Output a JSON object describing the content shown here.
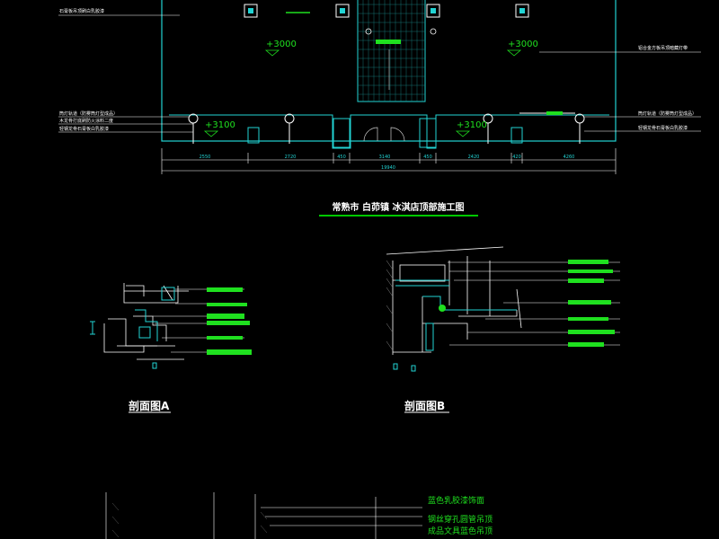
{
  "drawing": {
    "title": "常熟市 白茆镇 冰淇店顶部施工图",
    "section_a_label": "剖面图A",
    "section_b_label": "剖面图B",
    "plan": {
      "elevations": {
        "upper_left": "+3000",
        "upper_right": "+3000",
        "lower_left": "+3100",
        "lower_right": "+3100"
      },
      "left_notes": [
        "石膏板吊顶刷白乳胶漆",
        "筒灯轨道（防雾筒灯型成品）",
        "木龙骨打底刷防火涂料二度",
        "轻钢龙骨石膏板白乳胶漆"
      ],
      "right_notes": [
        "铝合金方板吊顶暗藏灯带",
        "筒灯轨道（防雾筒灯型成品）",
        "轻钢龙骨石膏板白乳胶漆"
      ],
      "dimensions": [
        "2550",
        "2720",
        "450",
        "3140",
        "450",
        "2420",
        "420",
        "4260"
      ],
      "total_dimension": "19940"
    },
    "bottom_notes": [
      "蓝色乳胶漆饰面",
      "钢丝穿孔圆管吊顶",
      "成品文具蓝色吊顶"
    ]
  },
  "colors": {
    "background": "#000000",
    "outline": "#22d3d3",
    "leader_green": "#1fe01f",
    "text_white": "#ffffff",
    "title_green": "#00c800"
  }
}
